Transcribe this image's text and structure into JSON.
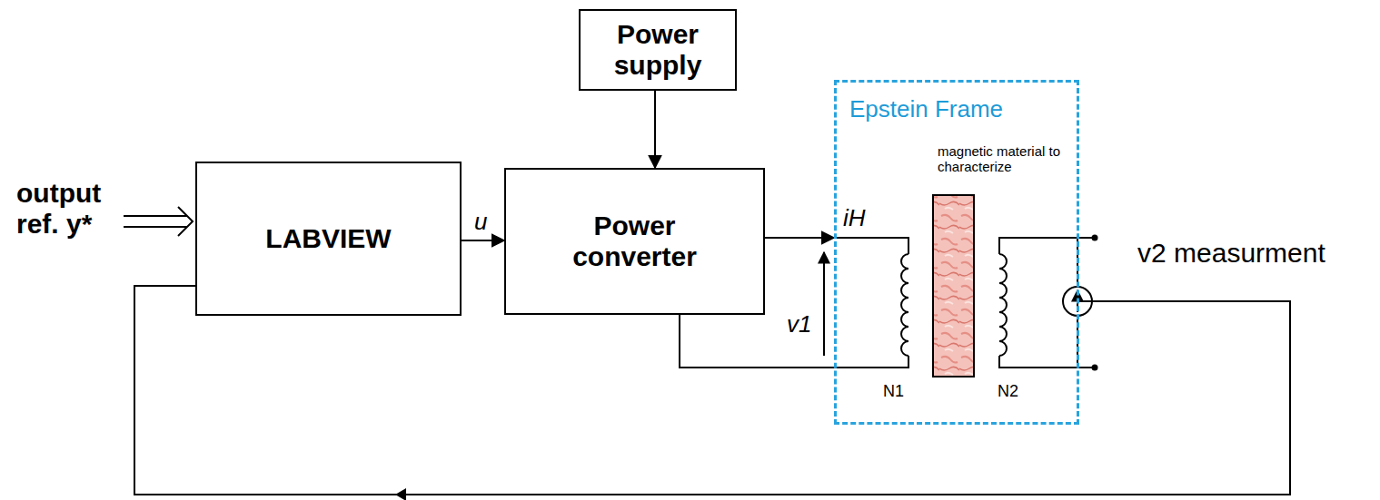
{
  "diagram": {
    "nodes": [
      {
        "text": [
          "Power supply"
        ]
      },
      {
        "text": [
          "LABVIEW"
        ]
      },
      {
        "text": [
          "Power converter"
        ]
      },
      {
        "text": [
          "Epstein Frame"
        ]
      }
    ],
    "edges": [
      {
        "from": 1,
        "to": 2,
        "arrow": "to",
        "label": "u"
      },
      {
        "from": 0,
        "to": 2,
        "arrow": "to"
      },
      {
        "from": 2,
        "to": 3,
        "arrow": "to",
        "label": "iH"
      },
      {
        "from": 3,
        "to": 1,
        "arrow": "to"
      }
    ],
    "labels": [
      "output ref. y*",
      "v1",
      "magnetic material to characterize",
      "N1",
      "N2",
      "v2 measurment"
    ]
  }
}
